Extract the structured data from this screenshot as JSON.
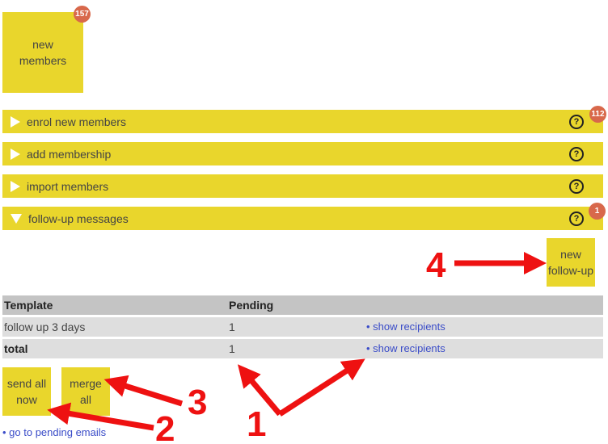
{
  "new_members_tile": {
    "line1": "new",
    "line2": "members",
    "badge": "157"
  },
  "sections": [
    {
      "label": "enrol new members",
      "help": "?",
      "badge": "112",
      "expanded": false
    },
    {
      "label": "add membership",
      "help": "?",
      "badge": "",
      "expanded": false
    },
    {
      "label": "import members",
      "help": "?",
      "badge": "",
      "expanded": false
    },
    {
      "label": "follow-up messages",
      "help": "?",
      "badge": "1",
      "expanded": true
    }
  ],
  "new_followup_button": {
    "line1": "new",
    "line2": "follow-up"
  },
  "table": {
    "headers": {
      "template": "Template",
      "pending": "Pending"
    },
    "rows": [
      {
        "template": "follow up 3 days",
        "pending": "1",
        "action": "• show recipients"
      },
      {
        "template": "total",
        "pending": "1",
        "action": "• show recipients"
      }
    ]
  },
  "send_all_button": {
    "line1": "send all",
    "line2": "now"
  },
  "merge_all_button": {
    "line1": "merge",
    "line2": "all"
  },
  "pending_emails_link": "• go to pending emails",
  "annotations": {
    "n1": "1",
    "n2": "2",
    "n3": "3",
    "n4": "4"
  },
  "colors": {
    "tile": "#e9d62c",
    "badge": "#d8684b",
    "arrow": "#ee1111",
    "link": "#3a4cc8"
  }
}
